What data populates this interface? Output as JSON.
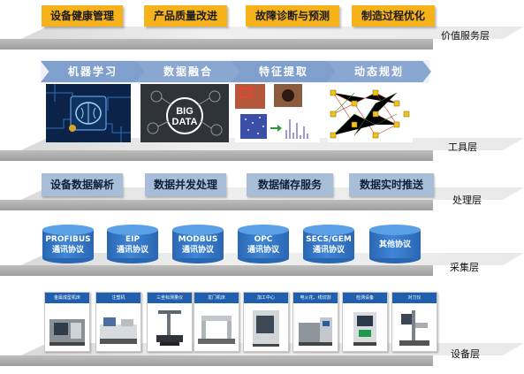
{
  "value_layer": {
    "label": "价值服务层",
    "items": [
      "设备健康管理",
      "产品质量改进",
      "故障诊断与预测",
      "制造过程优化"
    ]
  },
  "tool_layer": {
    "label": "工具层",
    "steps": [
      "机器学习",
      "数据融合",
      "特征提取",
      "动态规划"
    ],
    "big_data_text": [
      "BIG",
      "DATA"
    ]
  },
  "processing_layer": {
    "label": "处理层",
    "items": [
      "设备数据解析",
      "数据并发处理",
      "数据储存服务",
      "数据实时推送"
    ]
  },
  "collection_layer": {
    "label": "采集层",
    "protocols": [
      {
        "line1": "PROFIBUS",
        "line2": "通讯协议"
      },
      {
        "line1": "EIP",
        "line2": "通讯协议"
      },
      {
        "line1": "MODBUS",
        "line2": "通讯协议"
      },
      {
        "line1": "OPC",
        "line2": "通讯协议"
      },
      {
        "line1": "SECS/GEM",
        "line2": "通讯协议"
      },
      {
        "line1": "其他协议",
        "line2": ""
      }
    ]
  },
  "equipment_layer": {
    "label": "设备层",
    "machines": [
      "金属成型机床",
      "注塑机",
      "三坐标测量仪",
      "龙门机床",
      "加工中心",
      "电火花、线切割",
      "检测设备",
      "对刀仪"
    ]
  },
  "colors": {
    "value_box": "#f5b21b",
    "arrow_banner": "#7f9fcc",
    "proc_box": "#a8bdd8",
    "cylinder": "#2f72c2",
    "card_header": "#1f5fae"
  }
}
